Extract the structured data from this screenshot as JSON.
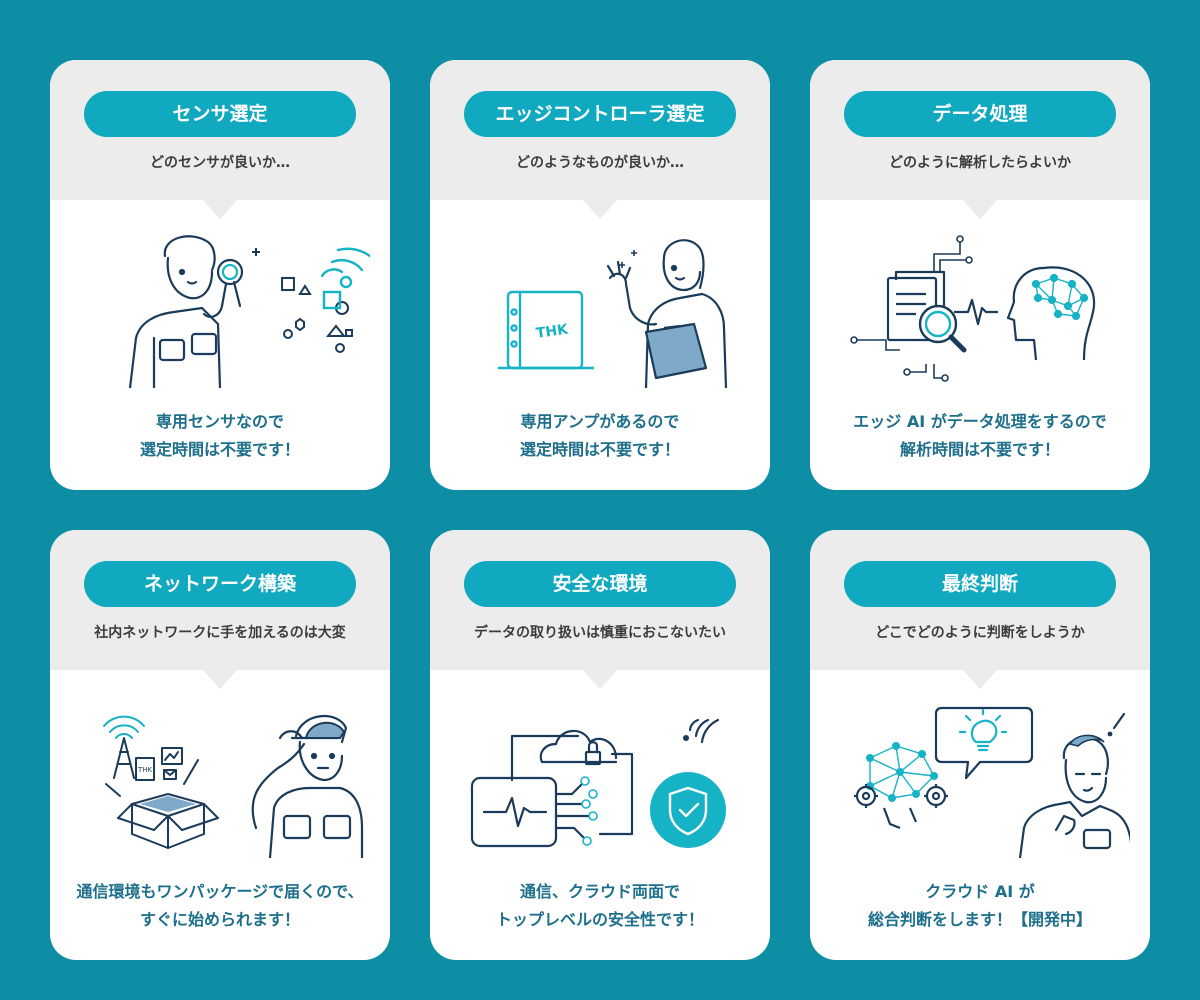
{
  "colors": {
    "background": "#0e8ea5",
    "card": "#ffffff",
    "card_header": "#ececec",
    "pill": "#10a9c0",
    "answer_text": "#1d6f8b",
    "line_art": "#1b3b5a",
    "accent": "#16b3c7"
  },
  "cards": [
    {
      "title": "センサ選定",
      "question": "どのセンサが良いか…",
      "answer_line1": "専用センサなので",
      "answer_line2": "選定時間は不要です！",
      "illustration": "person-with-magnifier-icon"
    },
    {
      "title": "エッジコントローラ選定",
      "question": "どのようなものが良いか…",
      "answer_line1": "専用アンプがあるので",
      "answer_line2": "選定時間は不要です！",
      "illustration": "person-with-controller-icon",
      "device_label": "THK"
    },
    {
      "title": "データ処理",
      "question": "どのように解析したらよいか",
      "answer_line1": "エッジ AI がデータ処理をするので",
      "answer_line2": "解析時間は不要です！",
      "illustration": "data-analysis-brain-icon"
    },
    {
      "title": "ネットワーク構築",
      "question": "社内ネットワークに手を加えるのは大変",
      "answer_line1": "通信環境もワンパッケージで届くので、",
      "answer_line2": "すぐに始められます！",
      "illustration": "worker-with-package-icon",
      "device_label": "THK"
    },
    {
      "title": "安全な環境",
      "question": "データの取り扱いは慎重におこないたい",
      "answer_line1": "通信、クラウド両面で",
      "answer_line2": "トップレベルの安全性です！",
      "illustration": "secure-cloud-shield-icon"
    },
    {
      "title": "最終判断",
      "question": "どこでどのように判断をしようか",
      "answer_line1": "クラウド AI が",
      "answer_line2": "総合判断をします！【開発中】",
      "illustration": "ai-brain-thinking-person-icon"
    }
  ]
}
